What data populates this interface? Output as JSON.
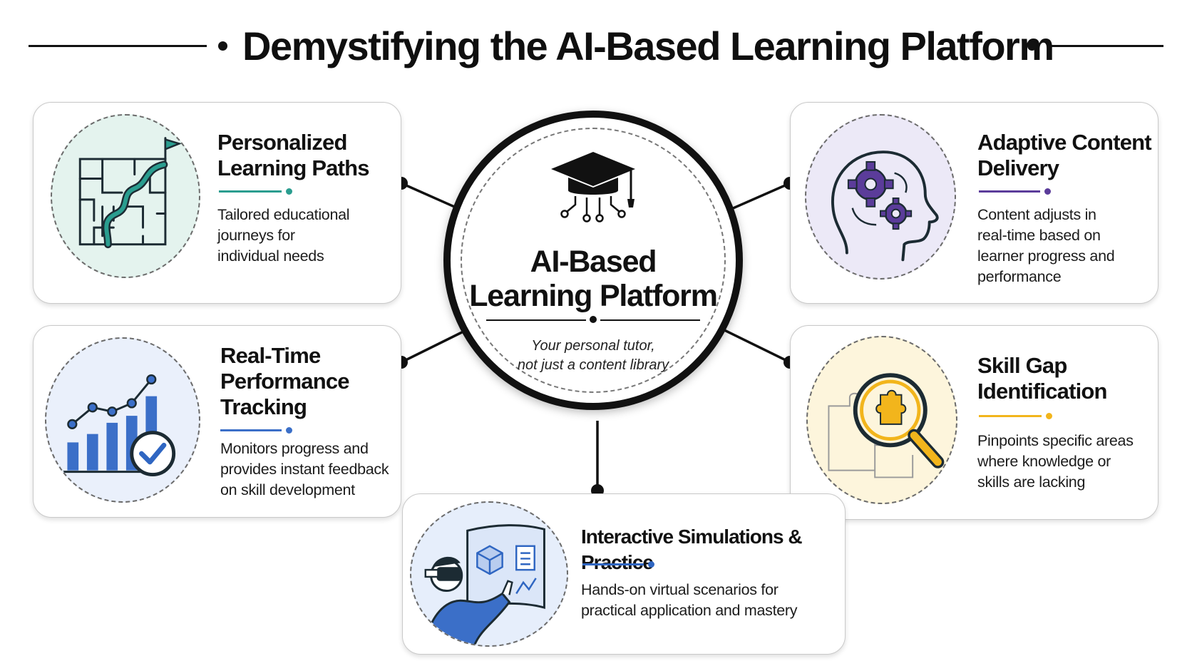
{
  "header": {
    "title": "Demystifying the AI-Based Learning Platform"
  },
  "hub": {
    "title_line1": "AI-Based",
    "title_line2": "Learning Platform",
    "tagline_line1": "Your personal tutor,",
    "tagline_line2": "not just a content library",
    "icon": "graduation-cap-circuit-icon"
  },
  "cards": {
    "personalized": {
      "title_line1": "Personalized",
      "title_line2": "Learning Paths",
      "desc_line1": "Tailored educational",
      "desc_line2": "journeys for",
      "desc_line3": "individual needs",
      "accent": "#2a9d8f",
      "icon": "maze-path-flag-icon"
    },
    "adaptive": {
      "title_line1": "Adaptive Content",
      "title_line2": "Delivery",
      "desc_line1": "Content adjusts in",
      "desc_line2": "real-time based on",
      "desc_line3": "learner progress and",
      "desc_line4": "performance",
      "accent": "#5b3c9a",
      "icon": "head-gears-icon"
    },
    "tracking": {
      "title_line1": "Real-Time",
      "title_line2": "Performance",
      "title_line3": "Tracking",
      "desc_line1": "Monitors progress and",
      "desc_line2": "provides instant feedback",
      "desc_line3": "on skill development",
      "accent": "#3b6fc8",
      "icon": "bar-chart-check-icon"
    },
    "skillgap": {
      "title_line1": "Skill Gap",
      "title_line2": "Identification",
      "desc_line1": "Pinpoints specific areas",
      "desc_line2": "where knowledge or",
      "desc_line3": "skills are lacking",
      "accent": "#f2b51c",
      "icon": "magnifier-puzzle-icon"
    },
    "simulation": {
      "title": "Interactive Simulations & Practice",
      "desc_line1": "Hands-on virtual scenarios for",
      "desc_line2": "practical application and mastery",
      "accent": "#2f66c2",
      "icon": "vr-headset-simulation-icon"
    }
  }
}
